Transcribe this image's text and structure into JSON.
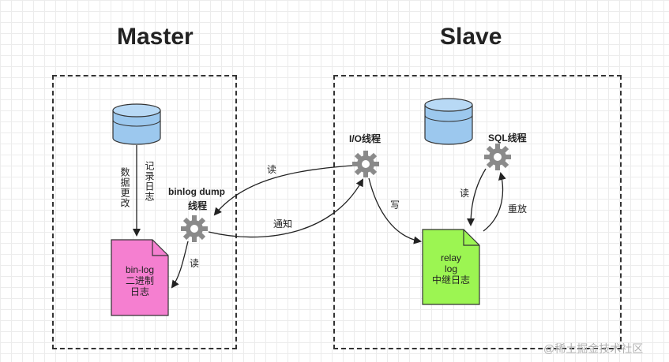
{
  "master": {
    "title": "Master"
  },
  "slave": {
    "title": "Slave"
  },
  "labels": {
    "record_data": "数据更改",
    "record_log": "记录日志",
    "binlog_dump_line1": "binlog dump",
    "binlog_dump_line2": "线程",
    "read_from_binlog": "读",
    "io_thread": "I/O线程",
    "read_request": "读",
    "notify": "通知",
    "write": "写",
    "sql_thread": "SQL线程",
    "sql_read": "读",
    "replay": "重放"
  },
  "binlog_doc": {
    "line1": "bin-log",
    "line2": "二进制",
    "line3": "日志"
  },
  "relay_doc": {
    "line1": "relay",
    "line2": "log",
    "line3": "中继日志"
  },
  "watermark": "@稀土掘金技术社区",
  "colors": {
    "db_fill": "#9cc8ee",
    "db_stroke": "#333333",
    "binlog_fill": "#f57fd0",
    "relay_fill": "#9cf552",
    "gear": "#8a8a8a"
  }
}
